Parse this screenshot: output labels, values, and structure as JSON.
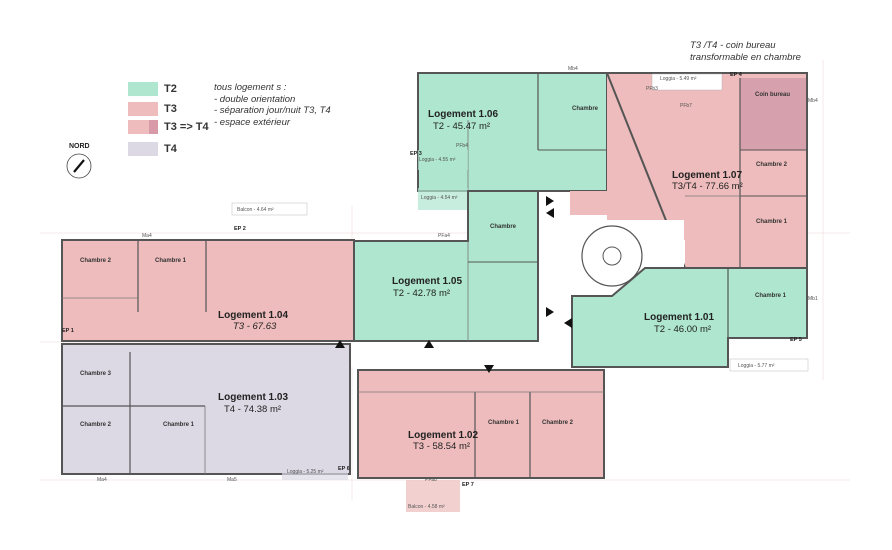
{
  "legend": {
    "items": [
      {
        "label": "T2",
        "color": "#aee6cf"
      },
      {
        "label": "T3",
        "color": "#eebcbc"
      },
      {
        "label": "T3 => T4",
        "color": "#eebcbc",
        "accent": "#d89aa8"
      },
      {
        "label": "T4",
        "color": "#dcd9e4"
      }
    ],
    "notes": [
      "tous logement s :",
      "- double orientation",
      "- séparation jour/nuit T3, T4",
      "- espace extérieur"
    ]
  },
  "top_note": [
    "T3 /T4 - coin bureau",
    "transformable en chambre"
  ],
  "north_label": "NORD",
  "colors": {
    "t2": "#aee6cf",
    "t3": "#eebcbc",
    "t4": "#dcd9e4",
    "bureau": "#d6a0ac",
    "wall": "#555555"
  },
  "units": [
    {
      "id": "1.06",
      "title": "Logement 1.06",
      "subtitle": "T2 - 45.47 m²"
    },
    {
      "id": "1.07",
      "title": "Logement 1.07",
      "subtitle": "T3/T4 - 77.66 m²"
    },
    {
      "id": "1.05",
      "title": "Logement 1.05",
      "subtitle": "T2 - 42.78 m²"
    },
    {
      "id": "1.04",
      "title": "Logement 1.04",
      "subtitle": "T3 - 67.63"
    },
    {
      "id": "1.01",
      "title": "Logement 1.01",
      "subtitle": "T2 - 46.00 m²"
    },
    {
      "id": "1.03",
      "title": "Logement 1.03",
      "subtitle": "T4 - 74.38 m²"
    },
    {
      "id": "1.02",
      "title": "Logement 1.02",
      "subtitle": "T3 - 58.54 m²"
    }
  ],
  "rooms": {
    "chambre": "Chambre",
    "chambre1": "Chambre 1",
    "chambre2": "Chambre 2",
    "chambre3": "Chambre 3",
    "coin_bureau": "Coin bureau"
  },
  "exterior": {
    "loggia_549": "Loggia - 5.49 m²",
    "loggia_455": "Loggia - 4.55 m²",
    "loggia_454": "Loggia - 4.54 m²",
    "balcon_464": "Balcon - 4.64 m²",
    "loggia_577": "Loggia - 5.77 m²",
    "loggia_525": "Loggia - 5.25 m²",
    "balcon_458": "Balcon - 4.58 m²"
  },
  "ep_labels": {
    "ep1": "EP 1",
    "ep2": "EP 2",
    "ep3": "EP 3",
    "ep4": "EP 4",
    "ep5": "EP 5",
    "ep6": "EP 6",
    "ep7": "EP 7"
  },
  "marks": {
    "ma4": "Ma4",
    "mb4": "Mb4",
    "mb1": "Mb1",
    "ma5": "Ma5",
    "pfa8": "PFa8",
    "pfb7": "PFb7",
    "pfa4": "PFa4",
    "pfb4": "PFb4",
    "pfb3": "PFb3"
  }
}
